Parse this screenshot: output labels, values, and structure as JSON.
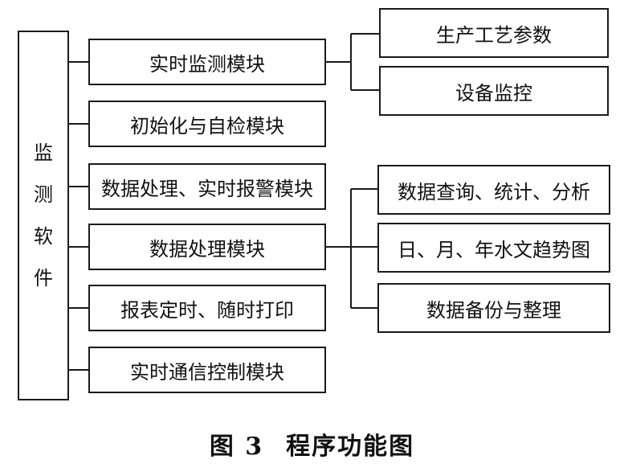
{
  "root": {
    "chars": [
      "监",
      "测",
      "软",
      "件"
    ]
  },
  "modules": [
    {
      "id": "realtime-monitor",
      "label": "实时监测模块"
    },
    {
      "id": "init-selfcheck",
      "label": "初始化与自检模块"
    },
    {
      "id": "data-alarm",
      "label": "数据处理、实时报警模块"
    },
    {
      "id": "data-processing",
      "label": "数据处理模块"
    },
    {
      "id": "report-print",
      "label": "报表定时、随时打印"
    },
    {
      "id": "comm-control",
      "label": "实时通信控制模块"
    }
  ],
  "realtime_children": [
    {
      "id": "process-params",
      "label": "生产工艺参数"
    },
    {
      "id": "device-monitor",
      "label": "设备监控"
    }
  ],
  "data_children": [
    {
      "id": "query-stats",
      "label": "数据查询、统计、分析"
    },
    {
      "id": "hydro-trend",
      "label": "日、月、年水文趋势图"
    },
    {
      "id": "backup",
      "label": "数据备份与整理"
    }
  ],
  "caption": {
    "figure": "图 3",
    "title": "程序功能图"
  }
}
